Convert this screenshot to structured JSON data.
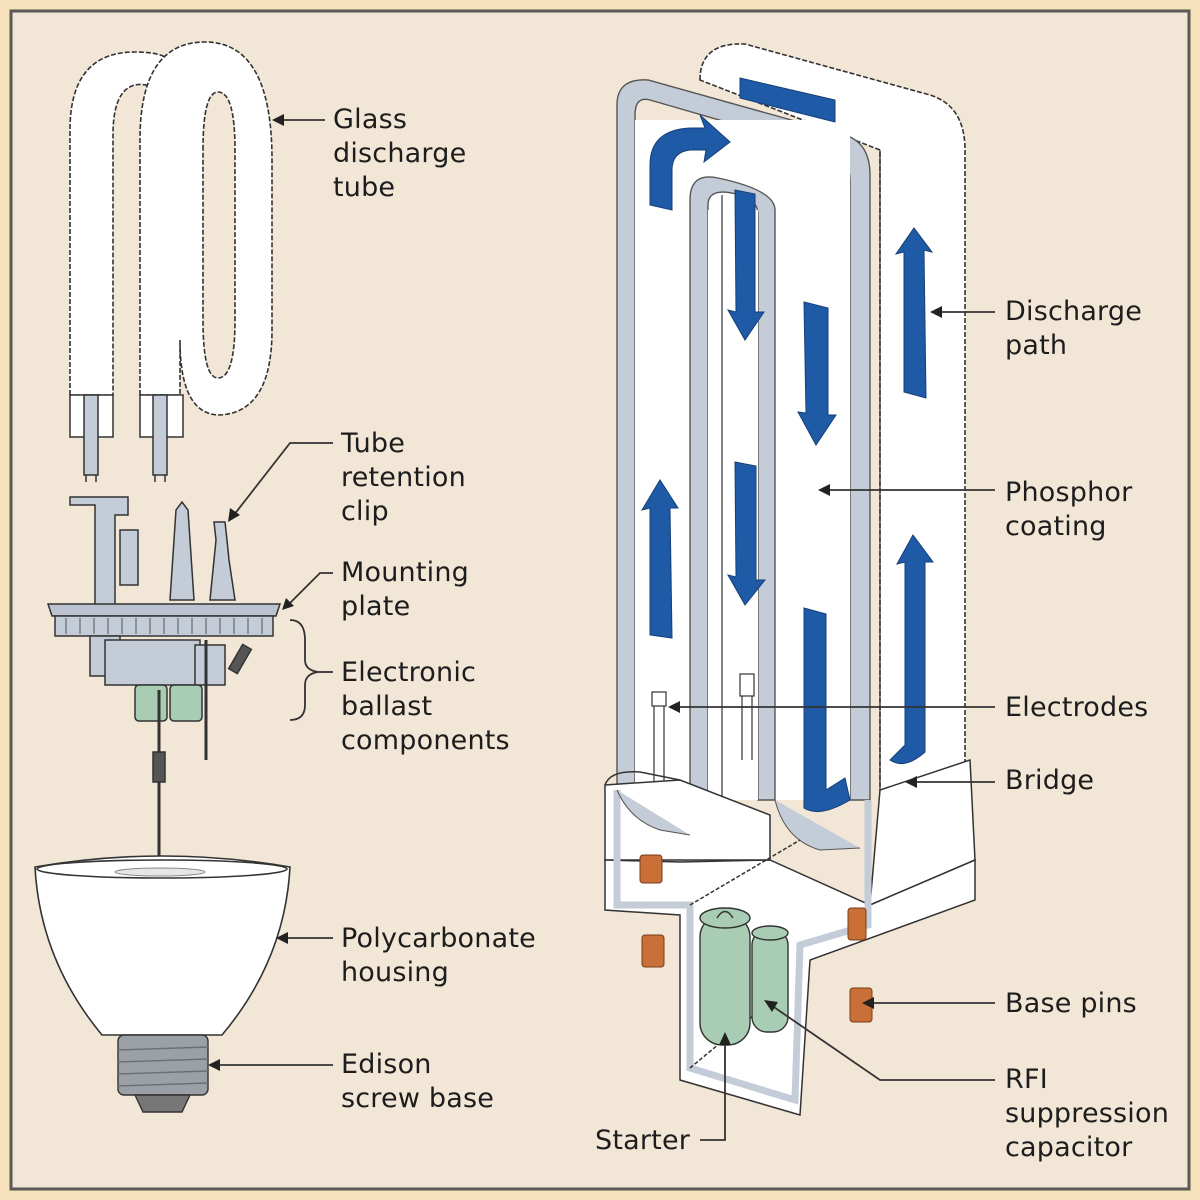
{
  "diagram": {
    "subject": "Compact fluorescent lamp anatomy",
    "colors": {
      "background": "#f2e6d6",
      "frame_outer": "#f8e2bc",
      "frame_line": "#5a5a52",
      "discharge_arrow": "#1f5aa6",
      "glass_gray": "#c4ccd8",
      "component_green": "#a9cdb4",
      "pin_copper": "#c87038",
      "tube_white": "#ffffff"
    },
    "left_labels": {
      "glass_tube": "Glass\ndischarge\ntube",
      "retention_clip": "Tube\nretention\nclip",
      "mounting_plate": "Mounting\nplate",
      "ballast": "Electronic\nballast\ncomponents",
      "housing": "Polycarbonate\nhousing",
      "screw_base": "Edison\nscrew base"
    },
    "right_labels": {
      "discharge_path": "Discharge\npath",
      "phosphor": "Phosphor\ncoating",
      "electrodes": "Electrodes",
      "bridge": "Bridge",
      "base_pins": "Base pins",
      "rfi_capacitor": "RFI\nsuppression\ncapacitor",
      "starter": "Starter"
    }
  }
}
